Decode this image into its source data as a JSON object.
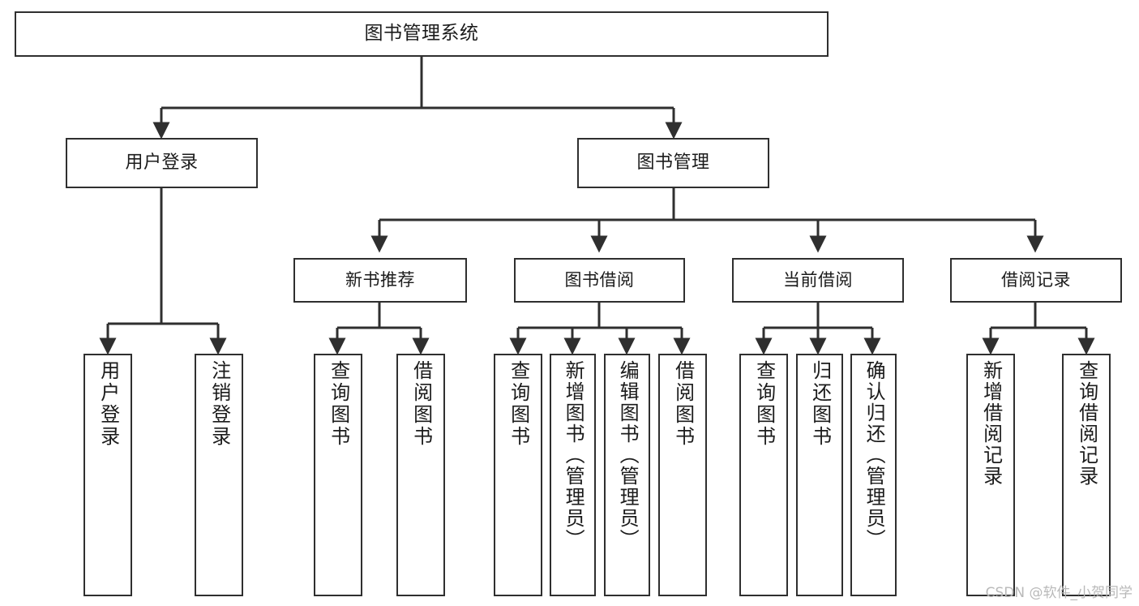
{
  "diagram": {
    "title": "图书管理系统",
    "type": "tree-structure-chart",
    "line_color": "#2f2f2f",
    "box_fill": "#ffffff",
    "text_color": "#1b1b1b"
  },
  "nodes": {
    "root": {
      "label": "图书管理系统"
    },
    "level1": [
      {
        "label": "用户登录"
      },
      {
        "label": "图书管理"
      }
    ],
    "level2": [
      {
        "label": "新书推荐"
      },
      {
        "label": "图书借阅"
      },
      {
        "label": "当前借阅"
      },
      {
        "label": "借阅记录"
      }
    ],
    "leaves": {
      "user_login": [
        {
          "label": "用户登录"
        },
        {
          "label": "注销登录"
        }
      ],
      "new_book_recommend": [
        {
          "label": "查询图书"
        },
        {
          "label": "借阅图书"
        }
      ],
      "book_borrow": [
        {
          "label": "查询图书"
        },
        {
          "label": "新增图书（管理员）"
        },
        {
          "label": "编辑图书（管理员）"
        },
        {
          "label": "借阅图书"
        }
      ],
      "current_borrow": [
        {
          "label": "查询图书"
        },
        {
          "label": "归还图书"
        },
        {
          "label": "确认归还（管理员）"
        }
      ],
      "borrow_record": [
        {
          "label": "新增借阅记录"
        },
        {
          "label": "查询借阅记录"
        }
      ]
    }
  },
  "watermark": {
    "text": "CSDN @软件_小贺同学"
  }
}
